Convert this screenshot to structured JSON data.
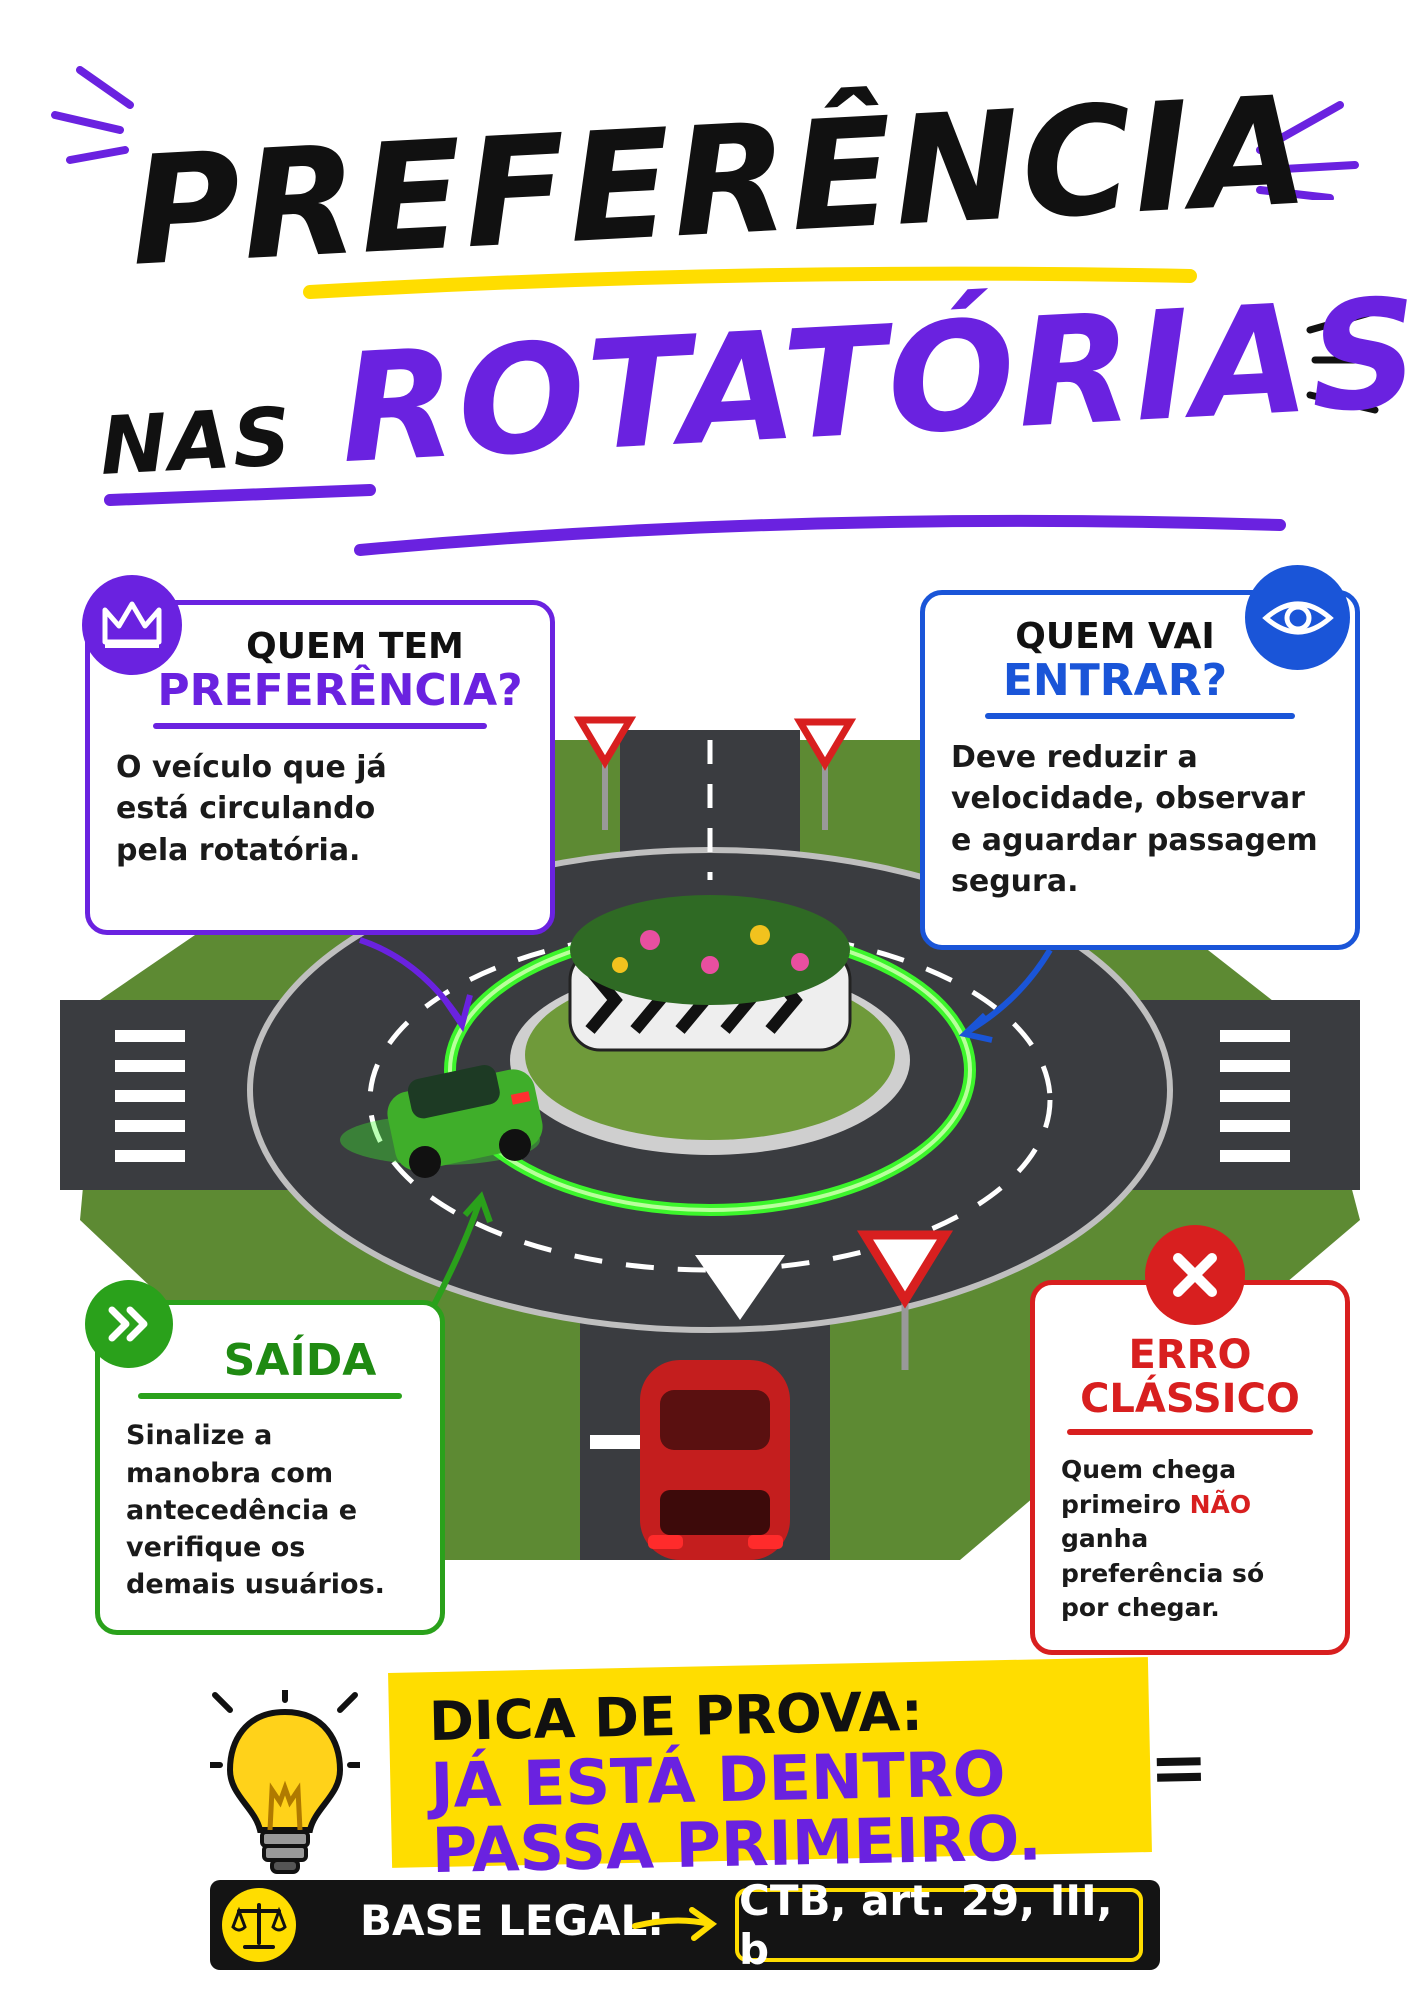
{
  "title": {
    "line1": "PREFERÊNCIA",
    "line2": "NAS",
    "line3": "ROTATÓRIAS"
  },
  "cards": {
    "preferencia": {
      "icon": "crown-icon",
      "heading1": "QUEM TEM",
      "heading2": "PREFERÊNCIA?",
      "body": "O veículo que já está circulando pela rotatória."
    },
    "entrar": {
      "icon": "eye-icon",
      "heading1": "QUEM VAI",
      "heading2": "ENTRAR?",
      "body": "Deve reduzir a velocidade, observar e aguardar passagem segura."
    },
    "saida": {
      "icon": "double-chevron-right-icon",
      "heading": "SAÍDA",
      "body": "Sinalize a manobra com antecedência e verifique os demais usuários."
    },
    "erro": {
      "icon": "x-icon",
      "heading": "ERRO CLÁSSICO",
      "body_before": "Quem chega primeiro",
      "body_highlight": "NÃO",
      "body_after": "ganha preferência só por chegar."
    }
  },
  "tip": {
    "label": "DICA DE PROVA:",
    "line1": "JÁ ESTÁ DENTRO",
    "equals": "=",
    "line2": "PASSA PRIMEIRO."
  },
  "legal": {
    "icon": "scales-icon",
    "label": "BASE LEGAL:",
    "reference": "CTB, art. 29, III, b"
  },
  "colors": {
    "purple": "#6a22e0",
    "blue": "#1a55d8",
    "green": "#2aa11b",
    "red": "#d81f1f",
    "yellow": "#ffdd00"
  }
}
